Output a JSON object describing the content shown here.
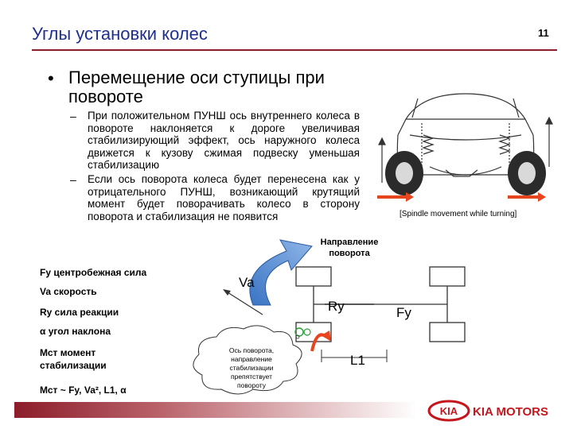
{
  "slide": {
    "title": "Углы установки колес",
    "page_number": "11"
  },
  "bullet": {
    "heading": "Перемещение оси ступицы при повороте",
    "sub_items": [
      {
        "dash": "–",
        "text": "При положительном ПУНШ ось внутреннего колеса в повороте наклоняется к дороге увеличивая стабилизирующий эффект, ось наружного колеса движется к кузову сжимая подвеску уменьшая стабилизацию"
      },
      {
        "dash": "–",
        "text": "Если ось поворота колеса будет перенесена как у отрицательного ПУНШ, возникающий крутящий момент будет поворачивать колесо в сторону поворота и стабилизация не появится"
      }
    ]
  },
  "legend": {
    "fy": "Fy центробежная сила",
    "va": "Va скорость",
    "ry": "Ry сила реакции",
    "alpha": "α угол наклона",
    "mct": "Мст момент стабилизации",
    "formula": "Мст ~ Fy, Va², L1, α"
  },
  "diagram": {
    "car_caption": "[Spindle movement while turning]",
    "turn_direction": "Направление поворота",
    "va": "Va",
    "ry": "Ry",
    "fy": "Fy",
    "l1": "L1",
    "cloud_text": "Ось поворота, направление стабилизации препятствует повороту"
  },
  "footer": {
    "brand": "KIA MOTORS",
    "logo_text": "KIA"
  },
  "colors": {
    "title": "#1f2f8f",
    "accent": "#8c1d2b",
    "arrow_red": "#e8451e",
    "diagram_green": "#2aa23a",
    "brand_red": "#c4161c"
  }
}
